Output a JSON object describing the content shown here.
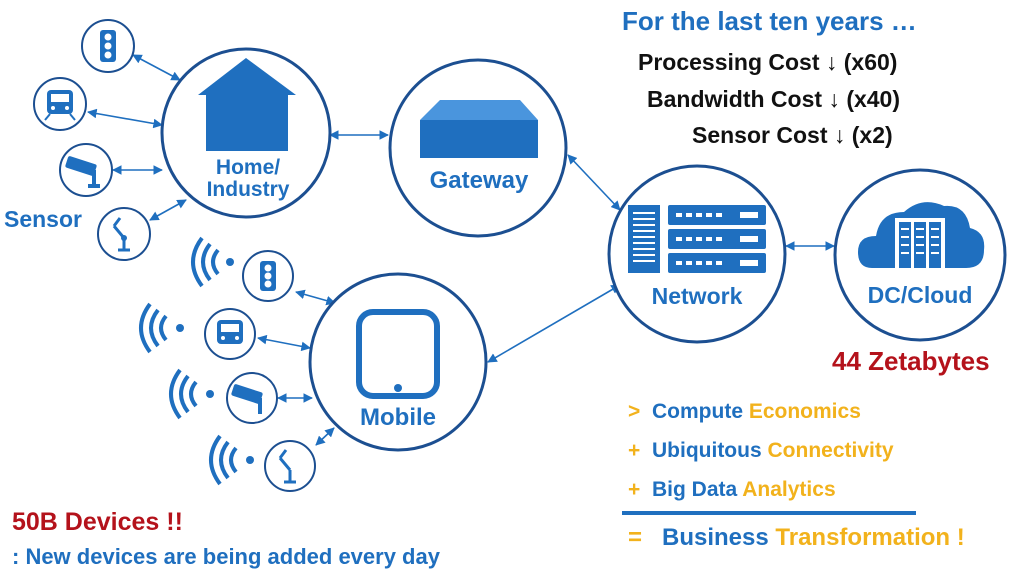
{
  "nodes": {
    "home": {
      "label_line1": "Home/",
      "label_line2": "Industry"
    },
    "gateway": {
      "label": "Gateway"
    },
    "network": {
      "label": "Network"
    },
    "cloud": {
      "label": "DC/Cloud"
    },
    "mobile": {
      "label": "Mobile"
    },
    "sensor_label": "Sensor"
  },
  "trends": {
    "title": "For the last ten years …",
    "items": [
      "Processing Cost ↓ (x60)",
      "Bandwidth Cost ↓ (x40)",
      "Sensor Cost ↓ (x2)"
    ]
  },
  "zetabytes": "44 Zetabytes",
  "devices": {
    "headline": "50B Devices !!",
    "subline": ": New devices are being added every day"
  },
  "equation": {
    "rows": [
      {
        "op": ">",
        "word1": "Compute",
        "word2": "Economics"
      },
      {
        "op": "+",
        "word1": "Ubiquitous",
        "word2": "Connectivity"
      },
      {
        "op": "+",
        "word1": "Big Data",
        "word2": "Analytics"
      }
    ],
    "result": {
      "op": "=",
      "word1": "Business",
      "word2": "Transformation !"
    }
  },
  "colors": {
    "blue": "#1f6fbf",
    "red": "#b4121b",
    "gold": "#f2b21c",
    "dark": "#111111"
  }
}
